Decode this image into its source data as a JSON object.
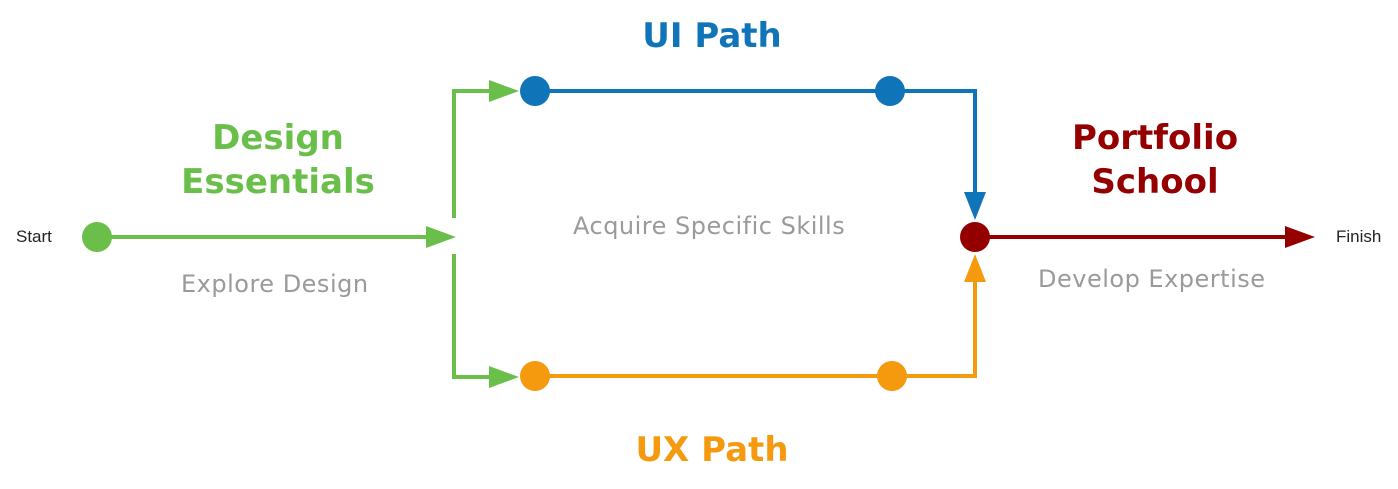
{
  "colors": {
    "green": "#6abf4b",
    "blue": "#0f74b8",
    "orange": "#f59a0e",
    "dark_red": "#940000",
    "gray_text": "#9a9a9a"
  },
  "labels": {
    "start": "Start",
    "finish": "Finish",
    "design_essentials_line1": "Design",
    "design_essentials_line2": "Essentials",
    "explore_design": "Explore Design",
    "ui_path": "UI Path",
    "ux_path": "UX Path",
    "acquire_skills": "Acquire Specific Skills",
    "portfolio_school_line1": "Portfolio",
    "portfolio_school_line2": "School",
    "develop_expertise": "Develop Expertise"
  }
}
